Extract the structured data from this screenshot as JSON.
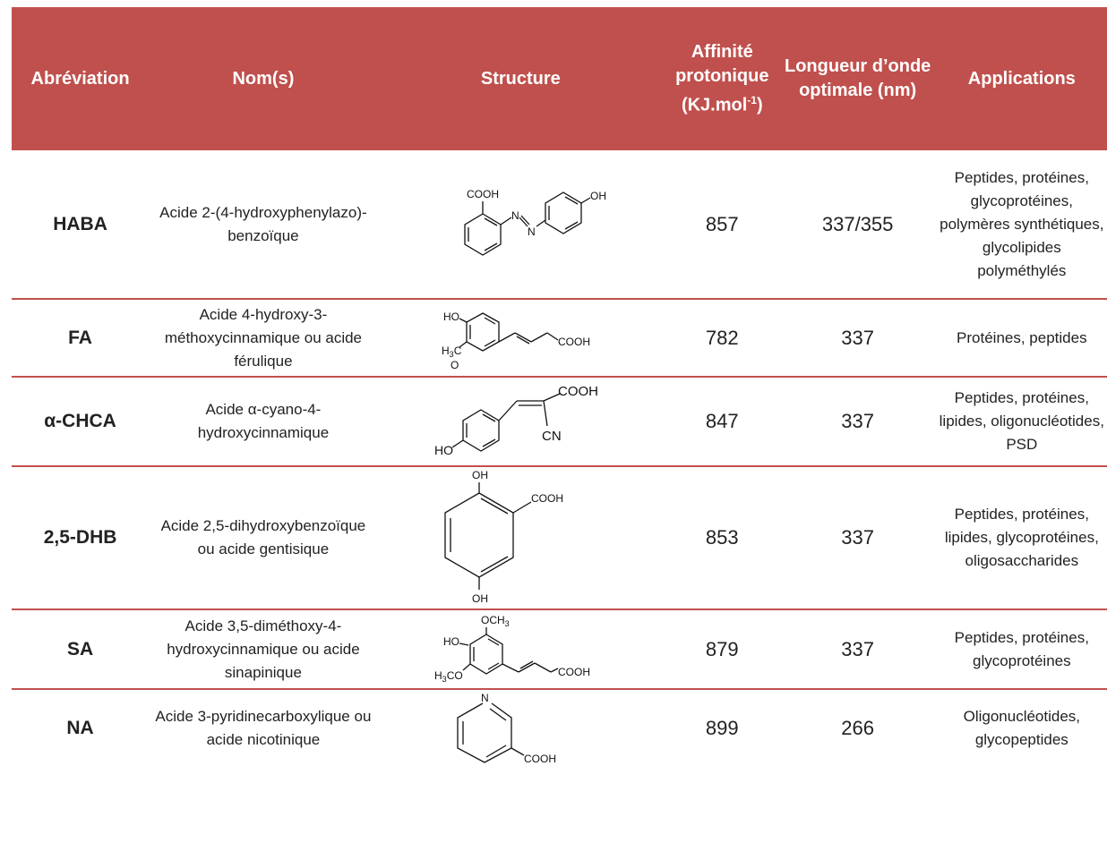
{
  "table": {
    "headers": {
      "abbreviation": "Abréviation",
      "names": "Nom(s)",
      "structure": "Structure",
      "affinity": "Affinité protonique (KJ.mol",
      "affinity_sup": "-1",
      "affinity_end": ")",
      "wavelength": "Longueur d’onde optimale (nm)",
      "applications": "Applications"
    },
    "rows": [
      {
        "abbr": "HABA",
        "name": "Acide 2-(4-hydroxyphenylazo)-benzoïque",
        "structure_icon": "haba-structure",
        "labels": {
          "cooh": "COOH",
          "oh": "OH",
          "n1": "N",
          "n2": "N"
        },
        "affinity": "857",
        "wavelength": "337/355",
        "applications": "Peptides, protéines, glycoprotéines, polymères synthétiques, glycolipides polyméthylés"
      },
      {
        "abbr": "FA",
        "name": "Acide 4-hydroxy-3-méthoxycinnamique ou acide férulique",
        "structure_icon": "fa-structure",
        "labels": {
          "ho": "HO",
          "h3c": "H",
          "c": "C",
          "o": "O",
          "cooh": "COOH"
        },
        "affinity": "782",
        "wavelength": "337",
        "applications": "Protéines, peptides"
      },
      {
        "abbr": "α-CHCA",
        "name": "Acide α-cyano-4-hydroxycinnamique",
        "structure_icon": "chca-structure",
        "labels": {
          "cooh": "COOH",
          "cn": "CN",
          "ho": "HO"
        },
        "affinity": "847",
        "wavelength": "337",
        "applications": "Peptides, protéines, lipides, oligonucléotides, PSD"
      },
      {
        "abbr": "2,5-DHB",
        "name": "Acide 2,5-dihydroxybenzoïque ou acide gentisique",
        "structure_icon": "dhb-structure",
        "labels": {
          "oh_top": "OH",
          "cooh": "COOH",
          "oh_bottom": "OH"
        },
        "affinity": "853",
        "wavelength": "337",
        "applications": "Peptides, protéines, lipides, glycoprotéines, oligosaccharides"
      },
      {
        "abbr": "SA",
        "name": "Acide 3,5-diméthoxy-4-hydroxycinnamique ou acide sinapinique",
        "structure_icon": "sa-structure",
        "labels": {
          "och": "OCH",
          "ho": "HO",
          "h3co": "CO",
          "cooh": "COOH"
        },
        "affinity": "879",
        "wavelength": "337",
        "applications": "Peptides, protéines, glycoprotéines"
      },
      {
        "abbr": "NA",
        "name": "Acide 3-pyridinecarboxylique ou acide nicotinique",
        "structure_icon": "na-structure",
        "labels": {
          "n": "N",
          "cooh": "COOH"
        },
        "affinity": "899",
        "wavelength": "266",
        "applications": "Oligonucléotides, glycopeptides"
      }
    ]
  }
}
